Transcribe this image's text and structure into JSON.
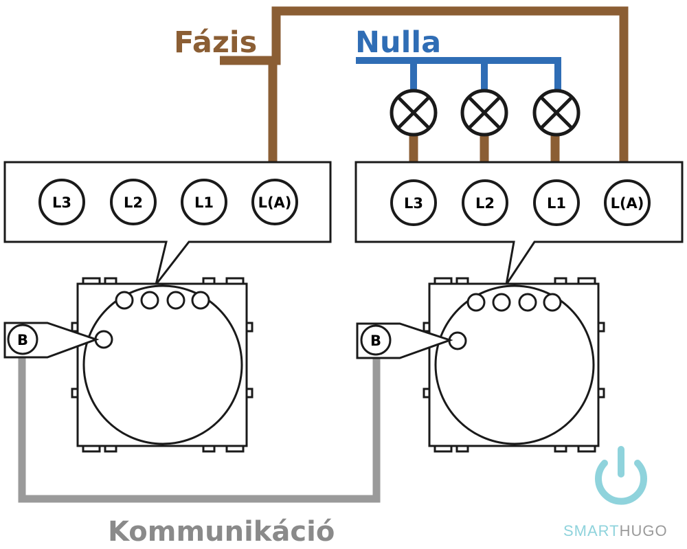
{
  "labels": {
    "phase": "Fázis",
    "neutral": "Nulla",
    "communication": "Kommunikáció"
  },
  "left_terminals": [
    "L3",
    "L2",
    "L1",
    "L(A)"
  ],
  "right_terminals": [
    "L3",
    "L2",
    "L1",
    "L(A)"
  ],
  "bus_left": "B",
  "bus_right": "B",
  "brand": {
    "part1": "SMART",
    "part2": "HUGO"
  },
  "colors": {
    "phase": "#8b5e34",
    "neutral": "#2f6db5",
    "communication": "#9a9a9a",
    "logo": "#8fd3dc",
    "outline": "#1a1a1a"
  }
}
